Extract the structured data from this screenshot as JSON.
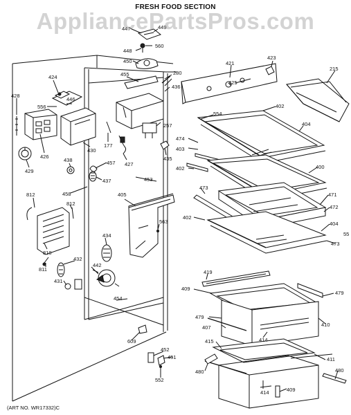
{
  "header": {
    "title": "FRESH FOOD SECTION",
    "watermark": "AppliancePartsPros.com"
  },
  "footer": {
    "art_number": "(ART NO. WR17332)C"
  },
  "callouts": [
    "447",
    "449",
    "560",
    "448",
    "450",
    "280",
    "455",
    "436",
    "424",
    "428",
    "556",
    "446",
    "430",
    "177",
    "427",
    "257",
    "435",
    "426",
    "429",
    "438",
    "457",
    "437",
    "458",
    "453",
    "812",
    "812",
    "405",
    "563",
    "434",
    "810",
    "811",
    "432",
    "442",
    "431",
    "454",
    "609",
    "452",
    "451",
    "552",
    "421",
    "423",
    "215",
    "425",
    "554",
    "402",
    "474",
    "403",
    "404",
    "402",
    "400",
    "473",
    "471",
    "472",
    "402",
    "404",
    "55",
    "473",
    "419",
    "409",
    "479",
    "479",
    "407",
    "410",
    "414",
    "415",
    "480",
    "411",
    "480",
    "414",
    "409"
  ]
}
